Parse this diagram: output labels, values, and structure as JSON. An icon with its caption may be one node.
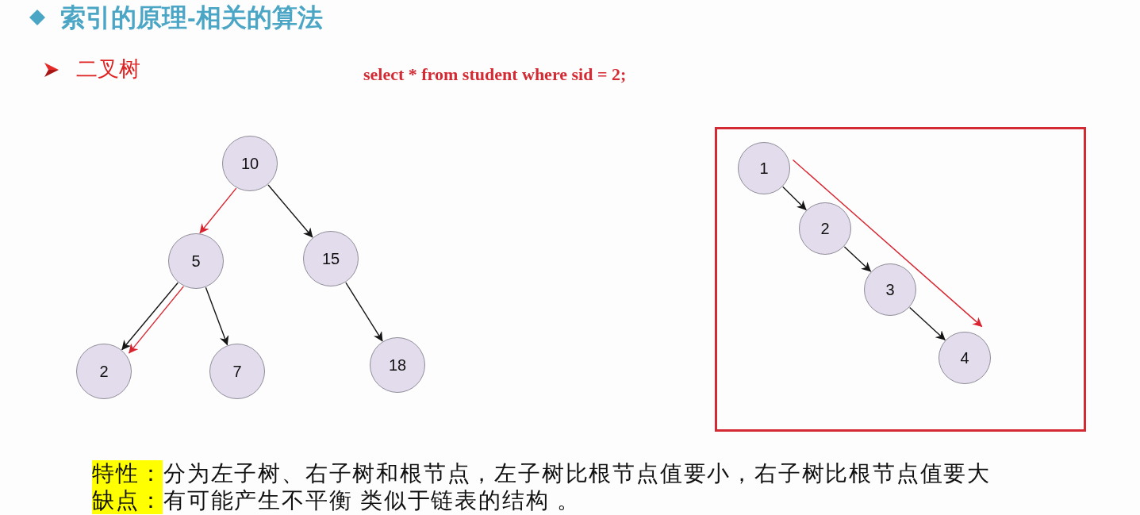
{
  "diagram": {
    "title": "索引的原理-相关的算法",
    "nodes": [
      {
        "text": [
          "10"
        ]
      },
      {
        "text": [
          "5"
        ]
      },
      {
        "text": [
          "15"
        ]
      },
      {
        "text": [
          "2"
        ]
      },
      {
        "text": [
          "7"
        ]
      },
      {
        "text": [
          "18"
        ]
      },
      {
        "text": [],
        "shape": "box"
      },
      {
        "text": [
          "1"
        ],
        "in": 6
      },
      {
        "text": [
          "2"
        ],
        "in": 6
      },
      {
        "text": [
          "3"
        ],
        "in": 6
      },
      {
        "text": [
          "4"
        ],
        "in": 6
      }
    ],
    "edges": [
      {
        "from": 0,
        "to": 1,
        "arrow": "to",
        "color": "#d9232e"
      },
      {
        "from": 0,
        "to": 2,
        "arrow": "to"
      },
      {
        "from": 1,
        "to": 3,
        "arrow": "to"
      },
      {
        "from": 1,
        "to": 3,
        "arrow": "to",
        "color": "#d9232e"
      },
      {
        "from": 1,
        "to": 4,
        "arrow": "to"
      },
      {
        "from": 2,
        "to": 5,
        "arrow": "to"
      },
      {
        "from": 7,
        "to": 8,
        "arrow": "to"
      },
      {
        "from": 8,
        "to": 9,
        "arrow": "to"
      },
      {
        "from": 9,
        "to": 10,
        "arrow": "to"
      },
      {
        "from": 7,
        "to": 10,
        "arrow": "to",
        "color": "#d9232e"
      }
    ],
    "labels": [
      "二叉树",
      "select * from student where sid = 2;",
      "特性：",
      "分为左子树、右子树和根节点，左子树比根节点值要小，右子树比根节点值要大",
      "缺点：",
      "有可能产生不平衡 类似于链表的结构 。"
    ]
  }
}
